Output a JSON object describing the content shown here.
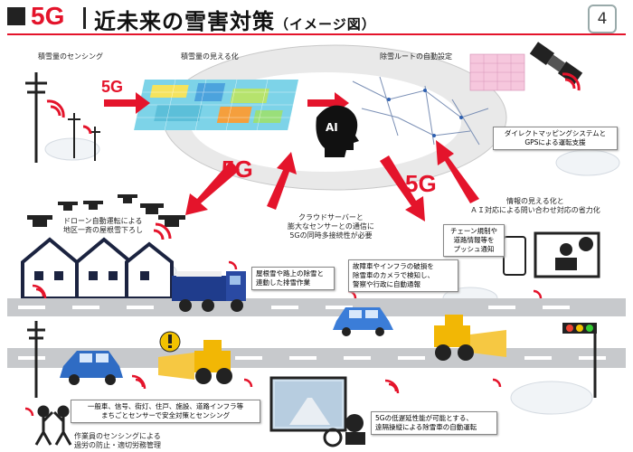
{
  "header": {
    "prefix": "■",
    "brand": "5G",
    "title": "近未来の雪害対策",
    "subtitle": "（イメージ図）",
    "page_number": "4"
  },
  "top_labels": {
    "snow_sensing": "積雪量のセンシング",
    "snow_visualization": "積雪量の見える化",
    "route_setting": "除雪ルートの自動設定"
  },
  "ai_label": "AI",
  "arrow_5g": [
    "5G",
    "5G",
    "5G"
  ],
  "callouts": {
    "mapping": "ダイレクトマッピングシステムと\nGPSによる運転支援",
    "drone": "ドローン自動運転による\n地区一斉の屋根雪下ろし",
    "cloud": "クラウドサーバーと\n膨大なセンサーとの通信に\n5Gの同時多接続性が必要",
    "info": "情報の見える化と\nＡＩ対応による問い合わせ対応の省力化",
    "chain": "チェーン規制や\n道路情報等を\nプッシュ通知",
    "roof_truck": "屋根雪や路上の除雪と\n連動した排雪作業",
    "failure": "故障車やインフラの破損を\n除雪車のカメラで検知し、\n警察や行政に自動通報",
    "sensing": "一般車、信号、街灯、住戸、施設、道路インフラ等\nまちごとセンサーで安全対策とセンシング",
    "worker": "作業員のセンシングによる\n過労の防止・適切労務管理",
    "remote": "5Gの低遅延性能が可能とする、\n遠隔操縦による除雪車の自動運転"
  },
  "colors": {
    "accent_red": "#e4142b",
    "road_gray": "#c7c9cc",
    "truck_blue": "#1f3c8c",
    "car_blue": "#3b7dd8",
    "loader_yellow": "#f2b705"
  }
}
